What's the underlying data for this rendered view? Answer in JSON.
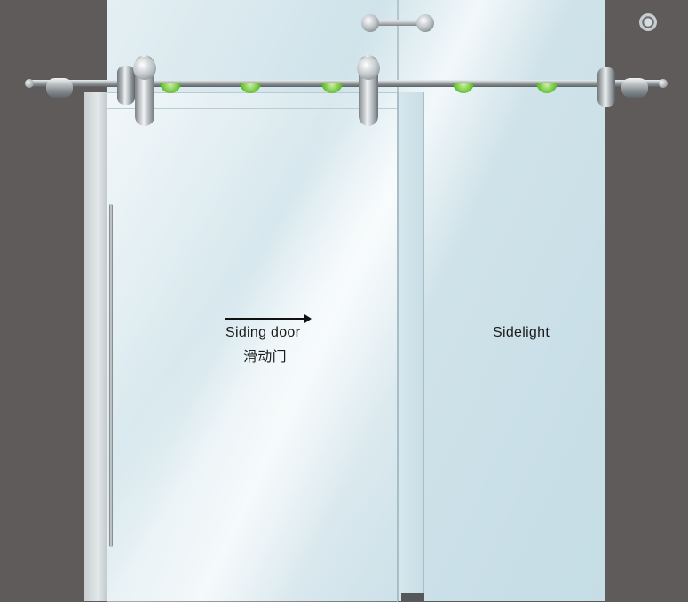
{
  "labels": {
    "door_en": "Siding door",
    "door_cn": "滑动门",
    "sidelight": "Sidelight"
  },
  "arrow": {
    "direction": "right"
  },
  "colors": {
    "wall": "#5f5b5b",
    "glass": "#d6e8ee",
    "rail": "#9aa2a6",
    "door_stop": "#6cc23a"
  }
}
